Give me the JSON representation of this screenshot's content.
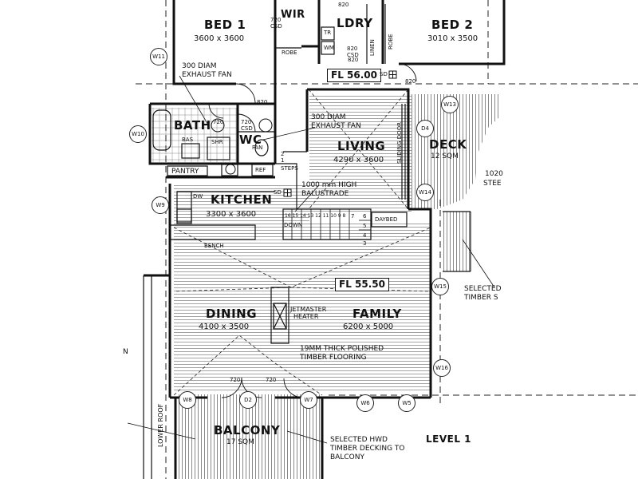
{
  "rooms": {
    "bed1": {
      "name": "BED 1",
      "dims": "3600 x 3600"
    },
    "wir": {
      "name": "WIR"
    },
    "ldry": {
      "name": "LDRY"
    },
    "bed2": {
      "name": "BED 2",
      "dims": "3010 x 3500"
    },
    "bath": {
      "name": "BATH"
    },
    "wc": {
      "name": "WC"
    },
    "living": {
      "name": "LIVING",
      "dims": "4290 x 3600"
    },
    "deck": {
      "name": "DECK",
      "dims": "12 SQM"
    },
    "kitchen": {
      "name": "KITCHEN",
      "dims": "3300 x 3600"
    },
    "dining": {
      "name": "DINING",
      "dims": "4100 x 3500"
    },
    "family": {
      "name": "FAMILY",
      "dims": "6200 x 5000"
    },
    "balcony": {
      "name": "BALCONY",
      "dims": "17 SQM"
    },
    "pantry": {
      "name": "PANTRY"
    }
  },
  "levels": {
    "upper": "FL 56.00",
    "main": "FL 55.50",
    "title": "LEVEL 1"
  },
  "notes": {
    "fan1_l1": "300 DIAM",
    "fan1_l2": "EXHAUST FAN",
    "fan2_l1": "300 DIAM",
    "fan2_l2": "EXHAUST FAN",
    "balustrade_l1": "1000 mm HIGH",
    "balustrade_l2": "BALUSTRADE",
    "flooring_l1": "19MM THICK POLISHED",
    "flooring_l2": "TIMBER FLOORING",
    "jetmaster_l1": "JETMASTER",
    "jetmaster_l2": "HEATER",
    "decking_l1": "SELECTED HWD",
    "decking_l2": "TIMBER DECKING TO",
    "decking_l3": "BALCONY",
    "timber_l1": "SELECTED",
    "timber_l2": "TIMBER S",
    "stee": "STEE",
    "size1020": "1020",
    "sliding": "SLIDING DOOR",
    "lower_roof": "LOWER ROOF",
    "steps": "STEPS",
    "down": "DOWN",
    "daybed": "DAYBED",
    "bench": "BENCH",
    "robe1": "ROBE",
    "robe2": "ROBE",
    "linen": "LINEN",
    "ref": "REF",
    "dw": "DW",
    "bas": "BAS",
    "shr": "SHR",
    "tr": "TR",
    "wm": "WM",
    "fan": "FAN",
    "sd1": "SD",
    "sd2": "SD",
    "csd1_a": "720",
    "csd1_b": "CSD",
    "csd2_a": "820",
    "csd2_b": "CSD",
    "csd3_a": "720",
    "csd3_b": "CSD",
    "d820a": "820",
    "d820b": "820",
    "d820c": "820",
    "d820d": "820",
    "d720a": "720",
    "d720b": "720",
    "d720c": "720",
    "n": "N",
    "stair_top": "16 15 14 13 12 11 10 9 8",
    "stair_7": "7",
    "stair_6": "6",
    "stair_5": "5",
    "stair_4": "4",
    "stair_3": "3",
    "stair_2": "2",
    "stair_1": "1"
  },
  "windows": {
    "w11": "W11",
    "w10": "W10",
    "w9": "W9",
    "w13": "W13",
    "d4": "D4",
    "w14": "W14",
    "w15": "W15",
    "w16": "W16",
    "w8": "W8",
    "d2": "D2",
    "w7": "W7",
    "w6": "W6",
    "w5": "W5"
  }
}
